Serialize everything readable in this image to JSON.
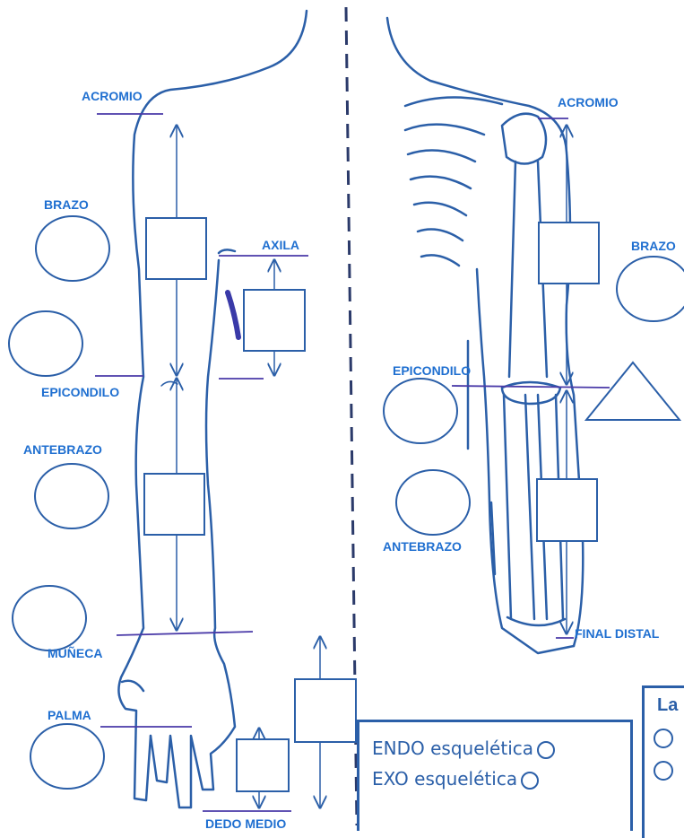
{
  "labels": {
    "acromio_left": "ACROMIO",
    "brazo_left": "BRAZO",
    "axila": "AXILA",
    "epicondilo_left": "EPICONDILO",
    "antebrazo_left": "ANTEBRAZO",
    "muneca": "MUÑECA",
    "palma": "PALMA",
    "dedo_medio": "DEDO MEDIO",
    "acromio_right": "ACROMIO",
    "brazo_right": "BRAZO",
    "epicondilo_right": "EPICONDILO",
    "antebrazo_right": "ANTEBRAZO",
    "final_distal": "FINAL DISTAL"
  },
  "legend": {
    "endo": "ENDO esquelética",
    "exo": "EXO esquelética"
  },
  "partial_box": {
    "title": "La"
  },
  "colors": {
    "line": "#2b5fa8",
    "label": "#1f6fd0",
    "band": "#4a3aa8",
    "arm_mark": "#3a3aa8"
  }
}
